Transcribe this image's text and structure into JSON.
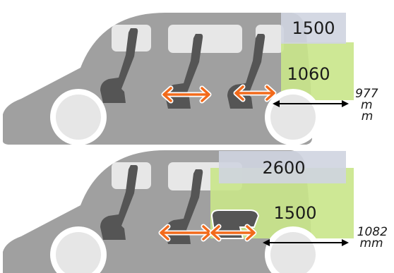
{
  "colors": {
    "van_body": "#a0a0a0",
    "wheel_well": "#ffffff",
    "window": "#ffffff",
    "seat": "#555555",
    "slide_arrow": "#f26a1b",
    "cargo_green": "#c9e68a",
    "roof_box": "#cfd4e0",
    "dimension_line": "#000000",
    "text": "#1a1a1a"
  },
  "icons": {
    "seat": "car-seat-icon",
    "slide": "double-headed-arrow-icon",
    "dimension": "dimension-arrow-icon"
  },
  "scenario_top": {
    "roof_volume": "1500",
    "floor_volume": "1060",
    "length_lines": [
      "977",
      "m",
      "m"
    ]
  },
  "scenario_bottom": {
    "roof_volume": "2600",
    "floor_volume": "1500",
    "length_lines": [
      "1082",
      "mm"
    ]
  }
}
